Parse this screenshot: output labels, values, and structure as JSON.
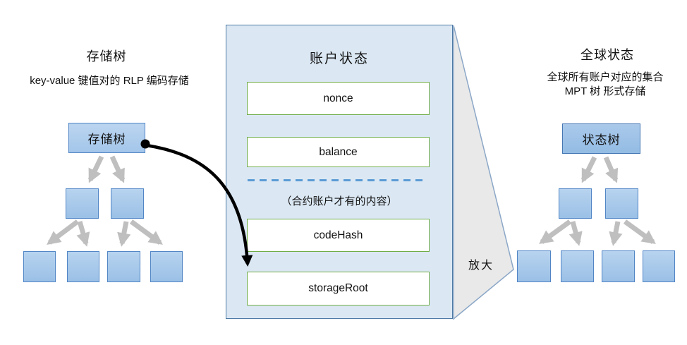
{
  "storage_tree_section": {
    "title": "存储树",
    "subtitle": "key-value 键值对的 RLP 编码存储",
    "root_label": "存储树"
  },
  "account_state_panel": {
    "title": "账户状态",
    "fields": [
      "nonce",
      "balance",
      "codeHash",
      "storageRoot"
    ],
    "note": "（合约账户才有的内容）"
  },
  "magnifier": {
    "label": "放大"
  },
  "global_state_section": {
    "title": "全球状态",
    "subtitle_line1": "全球所有账户对应的集合",
    "subtitle_line2": "MPT 树 形式存储",
    "root_label": "状态树"
  },
  "colors": {
    "panel_fill": "#dbe8f4",
    "panel_border": "#4e7aa5",
    "field_border": "#70ad47",
    "node_fill": "#a9cbec",
    "node_border": "#5185c5",
    "gray_arrow": "#bfbfbf",
    "dashed_line": "#5b9bd5",
    "triangle_fill": "#e9e9e9",
    "triangle_border": "#8ba7c7",
    "pointer_arrow": "#000000"
  }
}
